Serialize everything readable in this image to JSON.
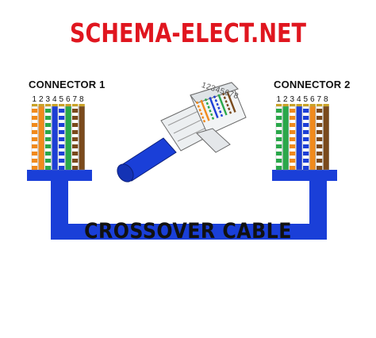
{
  "title": "SCHEMA-ELECT.NET",
  "connector_left": {
    "label": "CONNECTOR 1",
    "pins": [
      "1",
      "2",
      "3",
      "4",
      "5",
      "6",
      "7",
      "8"
    ]
  },
  "connector_right": {
    "label": "CONNECTOR 2",
    "pins": [
      "1",
      "2",
      "3",
      "4",
      "5",
      "6",
      "7",
      "8"
    ]
  },
  "plug_pins": "12345678",
  "caption": "CROSSOVER CABLE",
  "colors": {
    "title": "#e0161f",
    "cable": "#1a3fd8",
    "orange": "#f08a1c",
    "green": "#2aa84a",
    "blue": "#1d3fd6",
    "brown": "#7a4a1c"
  }
}
